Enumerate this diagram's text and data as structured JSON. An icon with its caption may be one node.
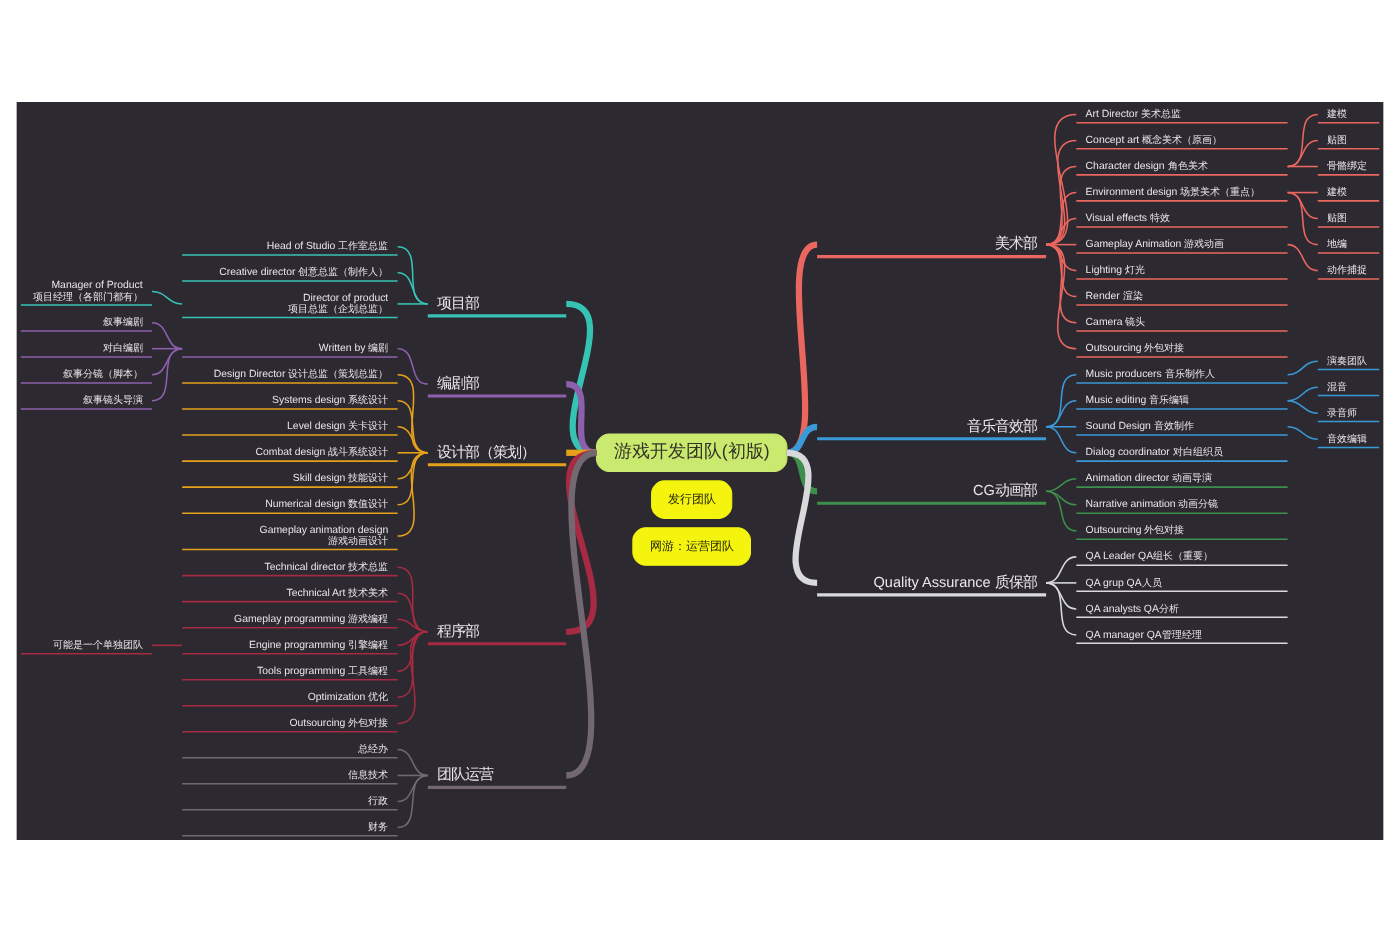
{
  "diagram": {
    "nodes": [
      {
        "text": [
          "游戏开发团队(初版)"
        ]
      },
      {
        "text": [
          "美术部"
        ]
      },
      {
        "text": [
          "Art Director 美术总监"
        ]
      },
      {
        "text": [
          "Concept art 概念美术（原画）"
        ]
      },
      {
        "text": [
          "Character design 角色美术"
        ]
      },
      {
        "text": [
          "建模"
        ]
      },
      {
        "text": [
          "贴图"
        ]
      },
      {
        "text": [
          "骨骼绑定"
        ]
      },
      {
        "text": [
          "Environment design 场景美术（重点）"
        ]
      },
      {
        "text": [
          "建模"
        ]
      },
      {
        "text": [
          "贴图"
        ]
      },
      {
        "text": [
          "地编"
        ]
      },
      {
        "text": [
          "Visual effects 特效"
        ]
      },
      {
        "text": [
          "Gameplay Animation 游戏动画"
        ]
      },
      {
        "text": [
          "动作捕捉"
        ]
      },
      {
        "text": [
          "Lighting 灯光"
        ]
      },
      {
        "text": [
          "Render 渲染"
        ]
      },
      {
        "text": [
          "Camera 镜头"
        ]
      },
      {
        "text": [
          "Outsourcing 外包对接"
        ]
      },
      {
        "text": [
          "音乐音效部"
        ]
      },
      {
        "text": [
          "Music producers 音乐制作人"
        ]
      },
      {
        "text": [
          "演奏团队"
        ]
      },
      {
        "text": [
          "Music editing 音乐编辑"
        ]
      },
      {
        "text": [
          "混音"
        ]
      },
      {
        "text": [
          "录音师"
        ]
      },
      {
        "text": [
          "Sound Design 音效制作"
        ]
      },
      {
        "text": [
          "音效编辑"
        ]
      },
      {
        "text": [
          "Dialog coordinator 对白组织员"
        ]
      },
      {
        "text": [
          "CG动画部"
        ]
      },
      {
        "text": [
          "Animation director 动画导演"
        ]
      },
      {
        "text": [
          "Narrative animation 动画分镜"
        ]
      },
      {
        "text": [
          "Outsourcing 外包对接"
        ]
      },
      {
        "text": [
          "Quality Assurance 质保部"
        ]
      },
      {
        "text": [
          "QA Leader QA组长（重要）"
        ]
      },
      {
        "text": [
          "QA grup QA人员"
        ]
      },
      {
        "text": [
          "QA analysts QA分析"
        ]
      },
      {
        "text": [
          "QA manager QA管理经理"
        ]
      },
      {
        "text": [
          "项目部"
        ]
      },
      {
        "text": [
          "Head of Studio 工作室总监"
        ]
      },
      {
        "text": [
          "Creative director 创意总监（制作人）"
        ]
      },
      {
        "text": [
          "Director of product 项目总监（企划总监）"
        ]
      },
      {
        "text": [
          "Manager of Product 项目经理（各部门都有）"
        ]
      },
      {
        "text": [
          "编剧部"
        ]
      },
      {
        "text": [
          "Written by 编剧"
        ]
      },
      {
        "text": [
          "叙事编剧"
        ]
      },
      {
        "text": [
          "对白编剧"
        ]
      },
      {
        "text": [
          "叙事分镜（脚本）"
        ]
      },
      {
        "text": [
          "叙事镜头导演"
        ]
      },
      {
        "text": [
          "设计部（策划）"
        ]
      },
      {
        "text": [
          "Design Director 设计总监（策划总监）"
        ]
      },
      {
        "text": [
          "Systems design 系统设计"
        ]
      },
      {
        "text": [
          "Level design 关卡设计"
        ]
      },
      {
        "text": [
          "Combat design 战斗系统设计"
        ]
      },
      {
        "text": [
          "Skill design 技能设计"
        ]
      },
      {
        "text": [
          "Numerical design 数值设计"
        ]
      },
      {
        "text": [
          "Gameplay animation design 游戏动画设计"
        ]
      },
      {
        "text": [
          "程序部"
        ]
      },
      {
        "text": [
          "Technical director 技术总监"
        ]
      },
      {
        "text": [
          "Technical Art 技术美术"
        ]
      },
      {
        "text": [
          "Gameplay programming 游戏编程"
        ]
      },
      {
        "text": [
          "Engine programming 引擎编程"
        ]
      },
      {
        "text": [
          "可能是一个单独团队"
        ]
      },
      {
        "text": [
          "Tools programming 工具编程"
        ]
      },
      {
        "text": [
          "Optimization 优化"
        ]
      },
      {
        "text": [
          "Outsourcing 外包对接"
        ]
      },
      {
        "text": [
          "团队运营"
        ]
      },
      {
        "text": [
          "总经办"
        ]
      },
      {
        "text": [
          "信息技术"
        ]
      },
      {
        "text": [
          "行政"
        ]
      },
      {
        "text": [
          "财务"
        ]
      },
      {
        "text": [
          "发行团队"
        ]
      },
      {
        "text": [
          "网游：运营团队"
        ]
      }
    ],
    "edges": [
      {
        "from": 0,
        "to": 1,
        "arrow": "none",
        "style": "thick"
      },
      {
        "from": 1,
        "to": 2,
        "arrow": "none"
      },
      {
        "from": 1,
        "to": 3,
        "arrow": "none"
      },
      {
        "from": 1,
        "to": 4,
        "arrow": "none"
      },
      {
        "from": 4,
        "to": 5,
        "arrow": "none"
      },
      {
        "from": 4,
        "to": 6,
        "arrow": "none"
      },
      {
        "from": 4,
        "to": 7,
        "arrow": "none"
      },
      {
        "from": 1,
        "to": 8,
        "arrow": "none"
      },
      {
        "from": 8,
        "to": 9,
        "arrow": "none"
      },
      {
        "from": 8,
        "to": 10,
        "arrow": "none"
      },
      {
        "from": 8,
        "to": 11,
        "arrow": "none"
      },
      {
        "from": 1,
        "to": 12,
        "arrow": "none"
      },
      {
        "from": 1,
        "to": 13,
        "arrow": "none"
      },
      {
        "from": 13,
        "to": 14,
        "arrow": "none"
      },
      {
        "from": 1,
        "to": 15,
        "arrow": "none"
      },
      {
        "from": 1,
        "to": 16,
        "arrow": "none"
      },
      {
        "from": 1,
        "to": 17,
        "arrow": "none"
      },
      {
        "from": 1,
        "to": 18,
        "arrow": "none"
      },
      {
        "from": 0,
        "to": 19,
        "arrow": "none",
        "style": "thick",
        "color": "#3a9ad8"
      },
      {
        "from": 19,
        "to": 20,
        "arrow": "none",
        "color": "#3a9ad8"
      },
      {
        "from": 20,
        "to": 21,
        "arrow": "none",
        "color": "#3a9ad8"
      },
      {
        "from": 19,
        "to": 22,
        "arrow": "none",
        "color": "#3a9ad8"
      },
      {
        "from": 22,
        "to": 23,
        "arrow": "none",
        "color": "#3a9ad8"
      },
      {
        "from": 22,
        "to": 24,
        "arrow": "none",
        "color": "#3a9ad8"
      },
      {
        "from": 19,
        "to": 25,
        "arrow": "none",
        "color": "#3a9ad8"
      },
      {
        "from": 25,
        "to": 26,
        "arrow": "none",
        "color": "#3a9ad8"
      },
      {
        "from": 19,
        "to": 27,
        "arrow": "none",
        "color": "#3a9ad8"
      },
      {
        "from": 0,
        "to": 28,
        "arrow": "none",
        "style": "thick",
        "color": "#3f8f4c"
      },
      {
        "from": 28,
        "to": 29,
        "arrow": "none",
        "color": "#3f8f4c"
      },
      {
        "from": 28,
        "to": 30,
        "arrow": "none",
        "color": "#3f8f4c"
      },
      {
        "from": 28,
        "to": 31,
        "arrow": "none",
        "color": "#3f8f4c"
      },
      {
        "from": 0,
        "to": 32,
        "arrow": "none",
        "style": "thick",
        "color": "#d9d9dc"
      },
      {
        "from": 32,
        "to": 33,
        "arrow": "none",
        "color": "#d9d9dc"
      },
      {
        "from": 32,
        "to": 34,
        "arrow": "none",
        "color": "#d9d9dc"
      },
      {
        "from": 32,
        "to": 35,
        "arrow": "none",
        "color": "#d9d9dc"
      },
      {
        "from": 32,
        "to": 36,
        "arrow": "none",
        "color": "#d9d9dc"
      },
      {
        "from": 0,
        "to": 37,
        "arrow": "none",
        "style": "thick",
        "color": "#36c3b4"
      },
      {
        "from": 37,
        "to": 38,
        "arrow": "none",
        "color": "#36c3b4"
      },
      {
        "from": 37,
        "to": 39,
        "arrow": "none",
        "color": "#36c3b4"
      },
      {
        "from": 37,
        "to": 40,
        "arrow": "none",
        "color": "#36c3b4"
      },
      {
        "from": 40,
        "to": 41,
        "arrow": "none",
        "color": "#36c3b4"
      },
      {
        "from": 0,
        "to": 42,
        "arrow": "none",
        "style": "thick",
        "color": "#8c60ad"
      },
      {
        "from": 42,
        "to": 43,
        "arrow": "none",
        "color": "#8c60ad"
      },
      {
        "from": 43,
        "to": 44,
        "arrow": "none",
        "color": "#8c60ad"
      },
      {
        "from": 43,
        "to": 45,
        "arrow": "none",
        "color": "#8c60ad"
      },
      {
        "from": 43,
        "to": 46,
        "arrow": "none",
        "color": "#8c60ad"
      },
      {
        "from": 43,
        "to": 47,
        "arrow": "none",
        "color": "#8c60ad"
      },
      {
        "from": 0,
        "to": 48,
        "arrow": "none",
        "style": "thick",
        "color": "#e6a11b"
      },
      {
        "from": 48,
        "to": 49,
        "arrow": "none",
        "color": "#e6a11b"
      },
      {
        "from": 48,
        "to": 50,
        "arrow": "none",
        "color": "#e6a11b"
      },
      {
        "from": 48,
        "to": 51,
        "arrow": "none",
        "color": "#e6a11b"
      },
      {
        "from": 48,
        "to": 52,
        "arrow": "none",
        "color": "#e6a11b"
      },
      {
        "from": 48,
        "to": 53,
        "arrow": "none",
        "color": "#e6a11b"
      },
      {
        "from": 48,
        "to": 54,
        "arrow": "none",
        "color": "#e6a11b"
      },
      {
        "from": 48,
        "to": 55,
        "arrow": "none",
        "color": "#e6a11b"
      },
      {
        "from": 0,
        "to": 56,
        "arrow": "none",
        "style": "thick",
        "color": "#a62b42"
      },
      {
        "from": 56,
        "to": 57,
        "arrow": "none",
        "color": "#a62b42"
      },
      {
        "from": 56,
        "to": 58,
        "arrow": "none",
        "color": "#a62b42"
      },
      {
        "from": 56,
        "to": 59,
        "arrow": "none",
        "color": "#a62b42"
      },
      {
        "from": 56,
        "to": 60,
        "arrow": "none",
        "color": "#a62b42"
      },
      {
        "from": 60,
        "to": 61,
        "arrow": "none",
        "color": "#a62b42"
      },
      {
        "from": 56,
        "to": 62,
        "arrow": "none",
        "color": "#a62b42"
      },
      {
        "from": 56,
        "to": 63,
        "arrow": "none",
        "color": "#a62b42"
      },
      {
        "from": 56,
        "to": 64,
        "arrow": "none",
        "color": "#a62b42"
      },
      {
        "from": 0,
        "to": 65,
        "arrow": "none",
        "style": "thick",
        "color": "#716872"
      },
      {
        "from": 65,
        "to": 66,
        "arrow": "none",
        "color": "#716872"
      },
      {
        "from": 65,
        "to": 67,
        "arrow": "none",
        "color": "#716872"
      },
      {
        "from": 65,
        "to": 68,
        "arrow": "none",
        "color": "#716872"
      },
      {
        "from": 65,
        "to": 69,
        "arrow": "none",
        "color": "#716872"
      }
    ]
  }
}
